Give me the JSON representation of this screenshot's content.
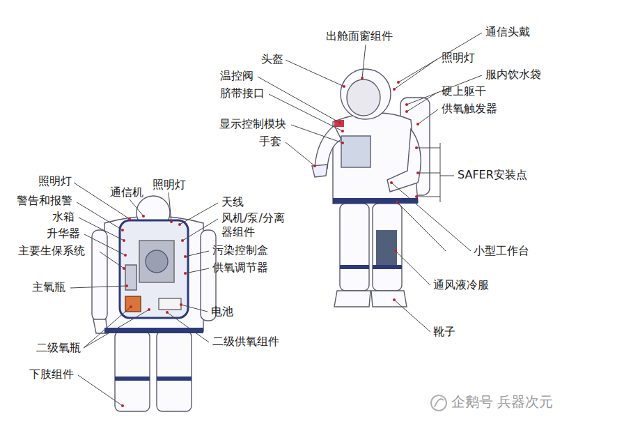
{
  "diagram": {
    "labels": [
      "出舱面窗组件",
      "通信头戴",
      "头盔",
      "照明灯",
      "服内饮水袋",
      "温控阀",
      "硬上躯干",
      "脐带接口",
      "供氧触发器",
      "显示控制模块",
      "手套",
      "SAFER安装点",
      "小型工作台",
      "通风液冷服",
      "靴子",
      "照明灯",
      "通信机",
      "照明灯",
      "警告和报警",
      "天线",
      "水箱",
      "风机/泵/分离器组件",
      "升华器",
      "污染控制盒",
      "主要生保系统",
      "供氧调节器",
      "主氧瓶",
      "电池",
      "二级氧瓶",
      "二级供氧组件",
      "下肢组件",
      "企鹅号 兵器次元"
    ]
  }
}
